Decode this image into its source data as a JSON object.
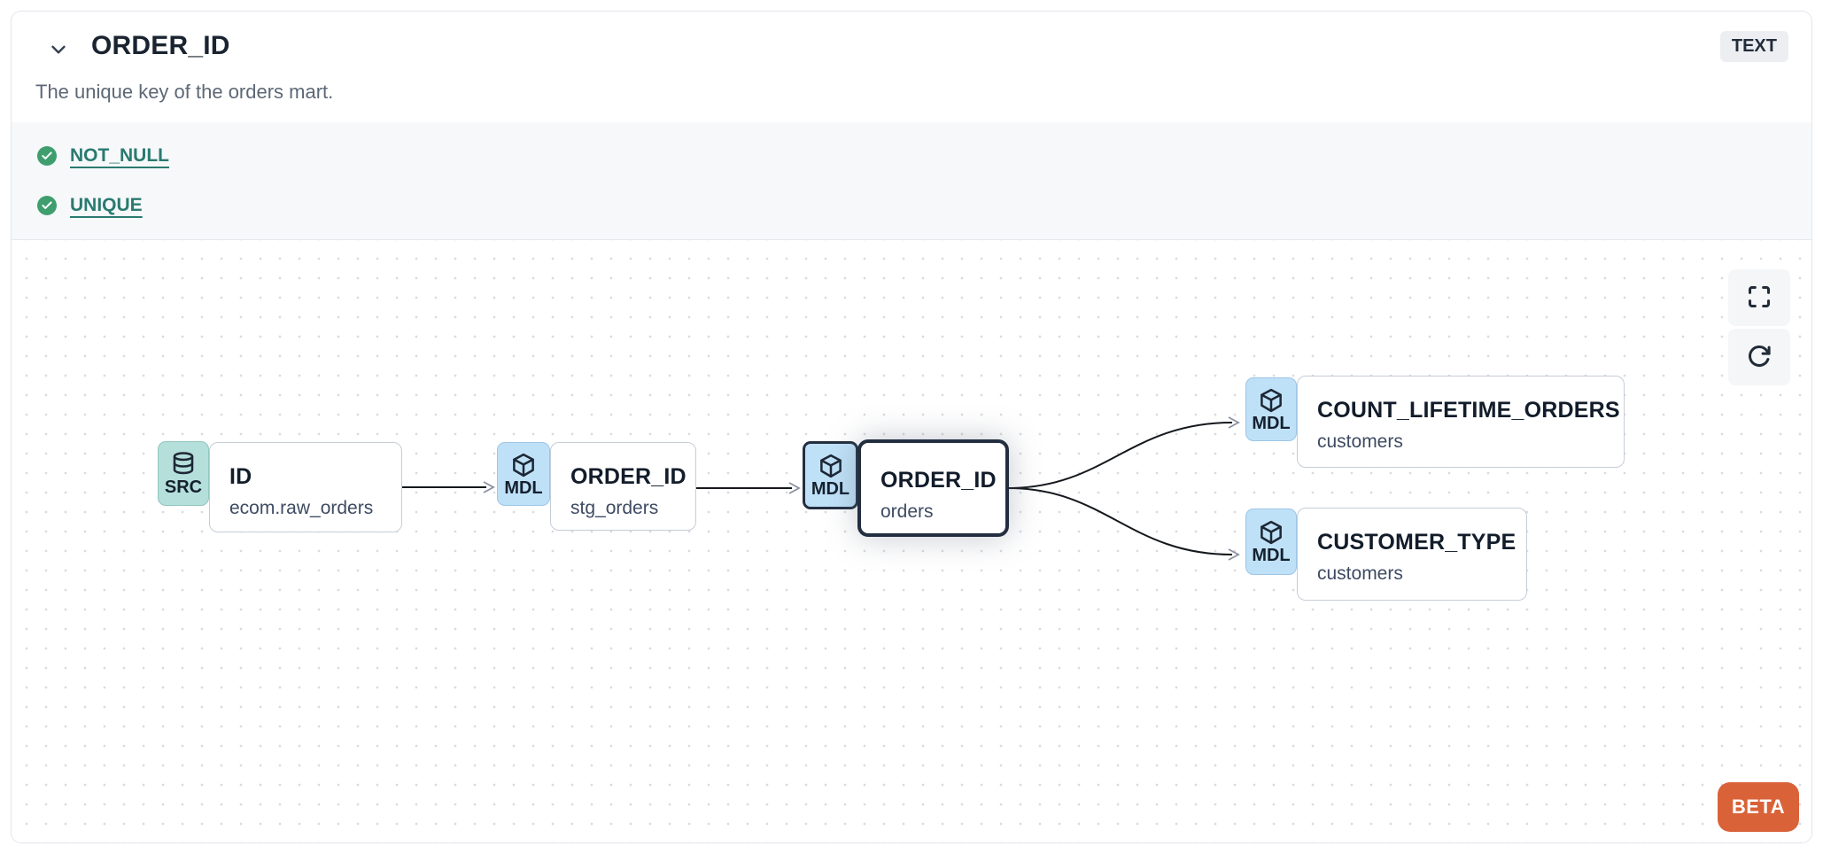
{
  "header": {
    "title": "ORDER_ID",
    "type_badge": "TEXT",
    "description": "The unique key of the orders mart."
  },
  "tests": [
    {
      "label": "NOT_NULL",
      "status": "pass"
    },
    {
      "label": "UNIQUE",
      "status": "pass"
    }
  ],
  "lineage": {
    "nodes": [
      {
        "id": "src",
        "kind": "SRC",
        "icon": "database-icon",
        "title": "ID",
        "subtitle": "ecom.raw_orders",
        "selected": false
      },
      {
        "id": "stg",
        "kind": "MDL",
        "icon": "cube-icon",
        "title": "ORDER_ID",
        "subtitle": "stg_orders",
        "selected": false
      },
      {
        "id": "mart",
        "kind": "MDL",
        "icon": "cube-icon",
        "title": "ORDER_ID",
        "subtitle": "orders",
        "selected": true
      },
      {
        "id": "count",
        "kind": "MDL",
        "icon": "cube-icon",
        "title": "COUNT_LIFETIME_ORDERS",
        "subtitle": "customers",
        "selected": false
      },
      {
        "id": "ctype",
        "kind": "MDL",
        "icon": "cube-icon",
        "title": "CUSTOMER_TYPE",
        "subtitle": "customers",
        "selected": false
      }
    ],
    "edges": [
      {
        "from": "src",
        "to": "stg"
      },
      {
        "from": "stg",
        "to": "mart"
      },
      {
        "from": "mart",
        "to": "count"
      },
      {
        "from": "mart",
        "to": "ctype"
      }
    ]
  },
  "controls": {
    "fullscreen": "maximize-icon",
    "refresh": "refresh-icon"
  },
  "beta_label": "BETA",
  "colors": {
    "src_badge_bg": "#b4dfda",
    "mdl_badge_bg": "#bfe1f8",
    "selected_border": "#232f40",
    "test_pass_green": "#3f9e6e",
    "test_link_teal": "#2a7a70",
    "beta_orange": "#d96238",
    "tests_strip_bg": "#f6f8fa",
    "type_badge_bg": "#eceef2"
  }
}
